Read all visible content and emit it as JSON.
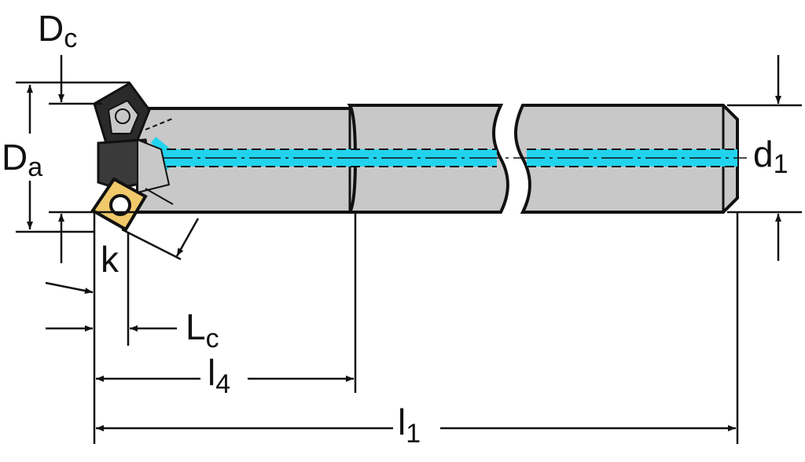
{
  "labels": {
    "dc": {
      "main": "D",
      "sub": "c"
    },
    "da": {
      "main": "D",
      "sub": "a"
    },
    "d1": {
      "main": "d",
      "sub": "1"
    },
    "k": {
      "main": "k"
    },
    "lc": {
      "main": "L",
      "sub": "c"
    },
    "l4": {
      "main": "l",
      "sub": "4"
    },
    "l1": {
      "main": "l",
      "sub": "1"
    }
  },
  "colors": {
    "body": "#c8c8c8",
    "outline": "#111111",
    "coolant": "#22d3ee",
    "insert": "#f0c96a",
    "background": "#ffffff"
  }
}
